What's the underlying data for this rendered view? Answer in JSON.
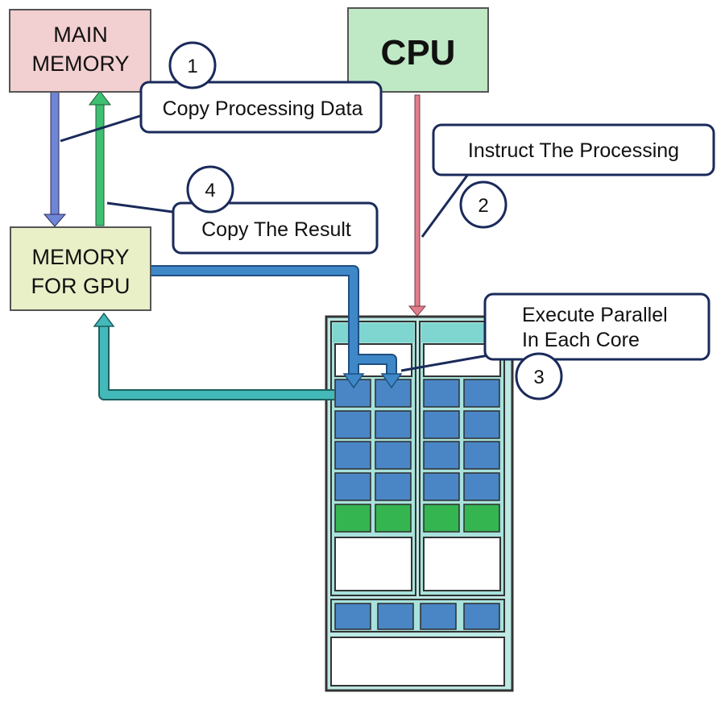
{
  "boxes": {
    "main_memory": {
      "line1": "MAIN",
      "line2": "MEMORY"
    },
    "cpu": {
      "label": "CPU"
    },
    "gpu_memory": {
      "line1": "MEMORY",
      "line2": "FOR GPU"
    }
  },
  "callouts": {
    "step1": {
      "number": "1",
      "text": "Copy Processing Data"
    },
    "step2": {
      "number": "2",
      "text": "Instruct The Processing"
    },
    "step3": {
      "number": "3",
      "line1": "Execute Parallel",
      "line2": "In Each Core"
    },
    "step4": {
      "number": "4",
      "text": "Copy The Result"
    }
  },
  "colors": {
    "main_memory_fill": "#f2cfd0",
    "cpu_fill": "#bfe8c4",
    "gpu_memory_fill": "#e9efc7",
    "core_blue": "#4a86c5",
    "core_green": "#35b550",
    "header_teal": "#7fd6d0",
    "gpu_frame_fill": "#bde8e3",
    "arrow_copy_data": "#6f86d6",
    "arrow_copy_result": "#3fbf72",
    "arrow_instruct": "#e07f8c",
    "arrow_to_cores": "#3f88c8",
    "arrow_results_back": "#43b9b9"
  }
}
